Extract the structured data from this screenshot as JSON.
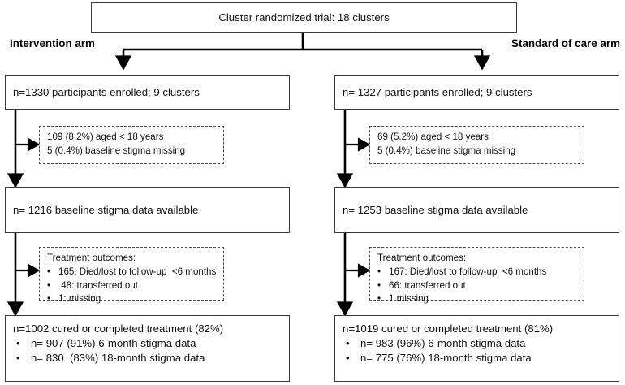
{
  "diagram": {
    "type": "consort-flow-diagram",
    "title": "Cluster randomized trial: 18 clusters",
    "colors": {
      "box_border": "#3a3a3a",
      "dash_border": "#4a4a4a",
      "connector": "#000000",
      "text": "#111111",
      "background": "#ffffff"
    },
    "top_box": {
      "label": "Cluster randomized trial: 18 clusters"
    },
    "arms": [
      {
        "id": "intervention",
        "heading": "Intervention arm",
        "enrolled": {
          "label": "n=1330 participants enrolled; 9 clusters",
          "n": 1330,
          "clusters": 9
        },
        "excluded": {
          "lines": [
            "109 (8.2%) aged < 18 years",
            "5 (0.4%) baseline stigma missing"
          ]
        },
        "baseline": {
          "label": "n= 1216 baseline stigma data available",
          "n": 1216
        },
        "outcomes": {
          "heading": "Treatment outcomes:",
          "items": [
            "165: Died/lost to follow-up  <6 months",
            " 48: transferred out",
            "1: missing"
          ]
        },
        "final": {
          "heading": "n=1002 cured or completed treatment (82%)",
          "items": [
            "n= 907 (91%) 6-month stigma data",
            "n= 830  (83%) 18-month stigma data"
          ]
        }
      },
      {
        "id": "standard-of-care",
        "heading": "Standard of care arm",
        "enrolled": {
          "label": "n= 1327 participants enrolled; 9 clusters",
          "n": 1327,
          "clusters": 9
        },
        "excluded": {
          "lines": [
            "69 (5.2%) aged < 18 years",
            "5 (0.4%) baseline stigma missing"
          ]
        },
        "baseline": {
          "label": "n= 1253 baseline stigma data available",
          "n": 1253
        },
        "outcomes": {
          "heading": "Treatment outcomes:",
          "items": [
            "167: Died/lost to follow-up  <6 months",
            "66: transferred out",
            "1 missing"
          ]
        },
        "final": {
          "heading": "n=1019 cured or completed treatment (81%)",
          "items": [
            "n= 983 (96%) 6-month stigma data",
            "n= 775 (76%) 18-month stigma data"
          ]
        }
      }
    ],
    "bullet_glyph": "•"
  }
}
